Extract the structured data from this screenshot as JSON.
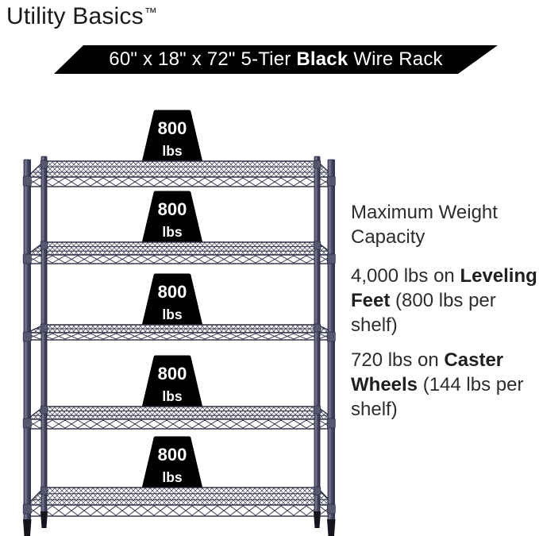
{
  "logo": {
    "text": "Utility Basics",
    "tm": "™"
  },
  "banner": {
    "seg_pre": "60\" x 18\" x 72\" 5-Tier ",
    "seg_bold": "Black",
    "seg_post": " Wire Rack",
    "bg_color": "#000000",
    "text_color": "#ffffff"
  },
  "rack": {
    "tier_count": 5,
    "frame_color": "#3b3b56",
    "weight_badge_color": "#000000",
    "weight_labels": [
      {
        "value": "800",
        "unit": "lbs"
      },
      {
        "value": "800",
        "unit": "lbs"
      },
      {
        "value": "800",
        "unit": "lbs"
      },
      {
        "value": "800",
        "unit": "lbs"
      },
      {
        "value": "800",
        "unit": "lbs"
      }
    ]
  },
  "panel": {
    "heading": {
      "line1": "Maximum Weight",
      "line2": "Capacity"
    },
    "leveling": {
      "l1_pre": "4,000 lbs on ",
      "l1_bold": "Leveling",
      "l2_bold": "Feet",
      "l2_post": " (800 lbs per",
      "l3": "shelf)"
    },
    "caster": {
      "l1_pre": "720 lbs on ",
      "l1_bold": "Caster",
      "l2_bold": "Wheels",
      "l2_post": " (144 lbs per",
      "l3": "shelf)"
    }
  }
}
